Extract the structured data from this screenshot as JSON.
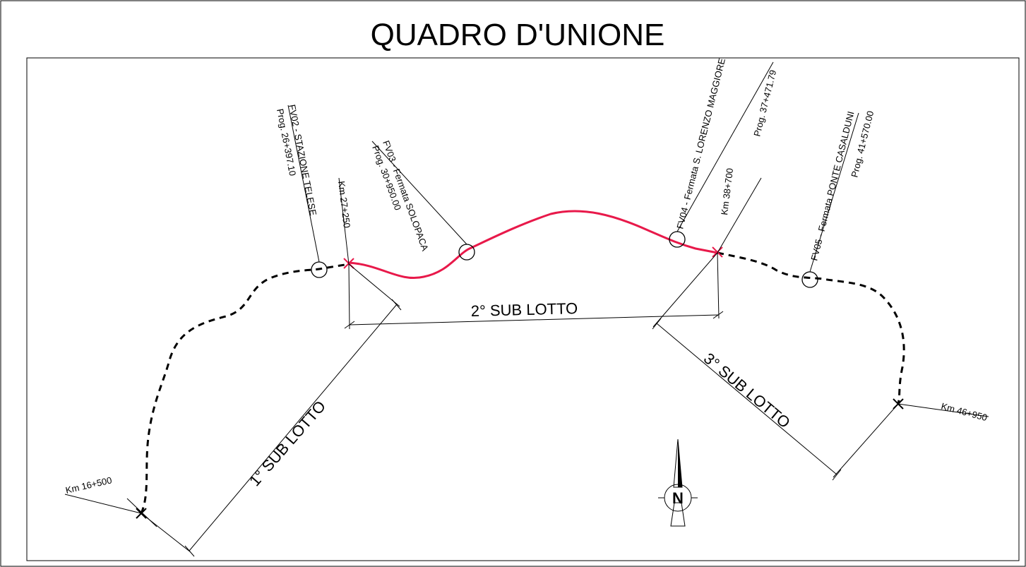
{
  "title": "QUADRO D'UNIONE",
  "sublots": {
    "first": "1° SUB LOTTO",
    "second": "2° SUB LOTTO",
    "third": "3° SUB LOTTO"
  },
  "km_markers": {
    "start": "Km 16+500",
    "second_start": "Km 27+250",
    "second_end": "Km 38+700",
    "end": "Km 46+950"
  },
  "stations": {
    "fv02": {
      "name": "FV02 - STAZIONE TELESE",
      "prog": "Prog. 26+397.10"
    },
    "fv03": {
      "name": "FV03 - Fermata SOLOPACA",
      "prog": "Prog. 30+950.00"
    },
    "fv04": {
      "name": "FV04 - Fermata S. LORENZO MAGGIORE",
      "prog": "Prog. 37+471.79"
    },
    "fv05": {
      "name": "FV05 - Fermata PONTE CASALDUNI",
      "prog": "Prog. 41+570.00"
    }
  },
  "north_symbol": "N",
  "colors": {
    "route_second_sublot": "#e8194a",
    "route_other": "#000000",
    "lines": "#000000"
  }
}
